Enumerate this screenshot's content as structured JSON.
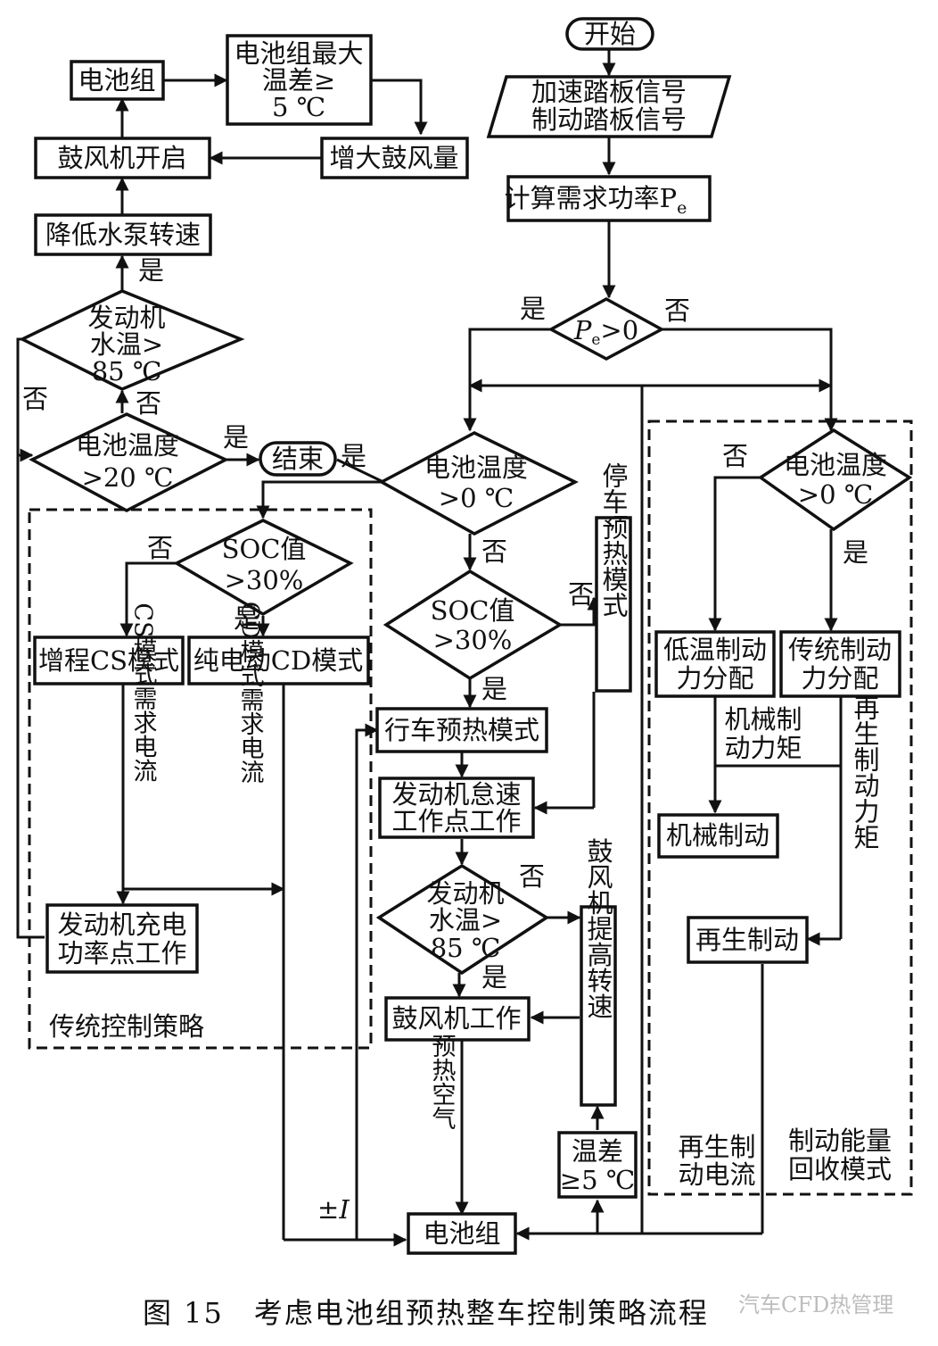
{
  "figure": {
    "caption": "图 15　考虑电池组预热整车控制策略流程",
    "watermark": "汽车CFD热管理"
  },
  "nodes": {
    "start": "开始",
    "pedal_signal_1": "加速踏板信号",
    "pedal_signal_2": "制动踏板信号",
    "calc_power": "计算需求功率P",
    "calc_power_sub": "e",
    "pe_decision": "P",
    "pe_decision_sub": "e",
    "pe_decision_tail": ">0",
    "battery_pack_top": "电池组",
    "max_temp_diff_1": "电池组最大",
    "max_temp_diff_2": "温差≥",
    "max_temp_diff_3": "5 ℃",
    "increase_air": "增大鼓风量",
    "blower_on": "鼓风机开启",
    "lower_pump": "降低水泵转速",
    "engine_water_1": "发动机",
    "engine_water_2": "水温>",
    "engine_water_3": "85 ℃",
    "bat_temp_20_1": "电池温度",
    "bat_temp_20_2": ">20 ℃",
    "end": "结束",
    "soc_left_1": "SOC值",
    "soc_left_2": ">30%",
    "cs_mode": "增程CS模式",
    "cd_mode": "纯电动CD模式",
    "cs_current": "CS模式需求电流",
    "cd_current": "CD模式需求电流",
    "engine_charge_1": "发动机充电",
    "engine_charge_2": "功率点工作",
    "traditional_label": "传统控制策略",
    "bat_temp_0_mid_1": "电池温度",
    "bat_temp_0_mid_2": ">0 ℃",
    "soc_mid_1": "SOC值",
    "soc_mid_2": ">30%",
    "parking_preheat": "停车预热模式",
    "driving_preheat": "行车预热模式",
    "engine_idle_1": "发动机怠速",
    "engine_idle_2": "工作点工作",
    "engine_water_mid_1": "发动机",
    "engine_water_mid_2": "水温>",
    "engine_water_mid_3": "85 ℃",
    "blower_speed": "鼓风机提高转速",
    "blower_work": "鼓风机工作",
    "preheat_air": "预热空气",
    "temp_diff_1": "温差",
    "temp_diff_2": "≥5 ℃",
    "battery_pack_bottom": "电池组",
    "current_label": "±",
    "current_label_var": "I",
    "bat_temp_0_right_1": "电池温度",
    "bat_temp_0_right_2": ">0 ℃",
    "low_temp_brake_1": "低温制动",
    "low_temp_brake_2": "力分配",
    "trad_brake_1": "传统制动",
    "trad_brake_2": "力分配",
    "mech_torque_1": "机械制",
    "mech_torque_2": "动力矩",
    "mech_brake": "机械制动",
    "regen_torque": "再生制动力矩",
    "regen_brake": "再生制动",
    "regen_current_1": "再生制",
    "regen_current_2": "动电流",
    "brake_recovery_1": "制动能量",
    "brake_recovery_2": "回收模式"
  },
  "labels": {
    "yes": "是",
    "no": "否"
  }
}
